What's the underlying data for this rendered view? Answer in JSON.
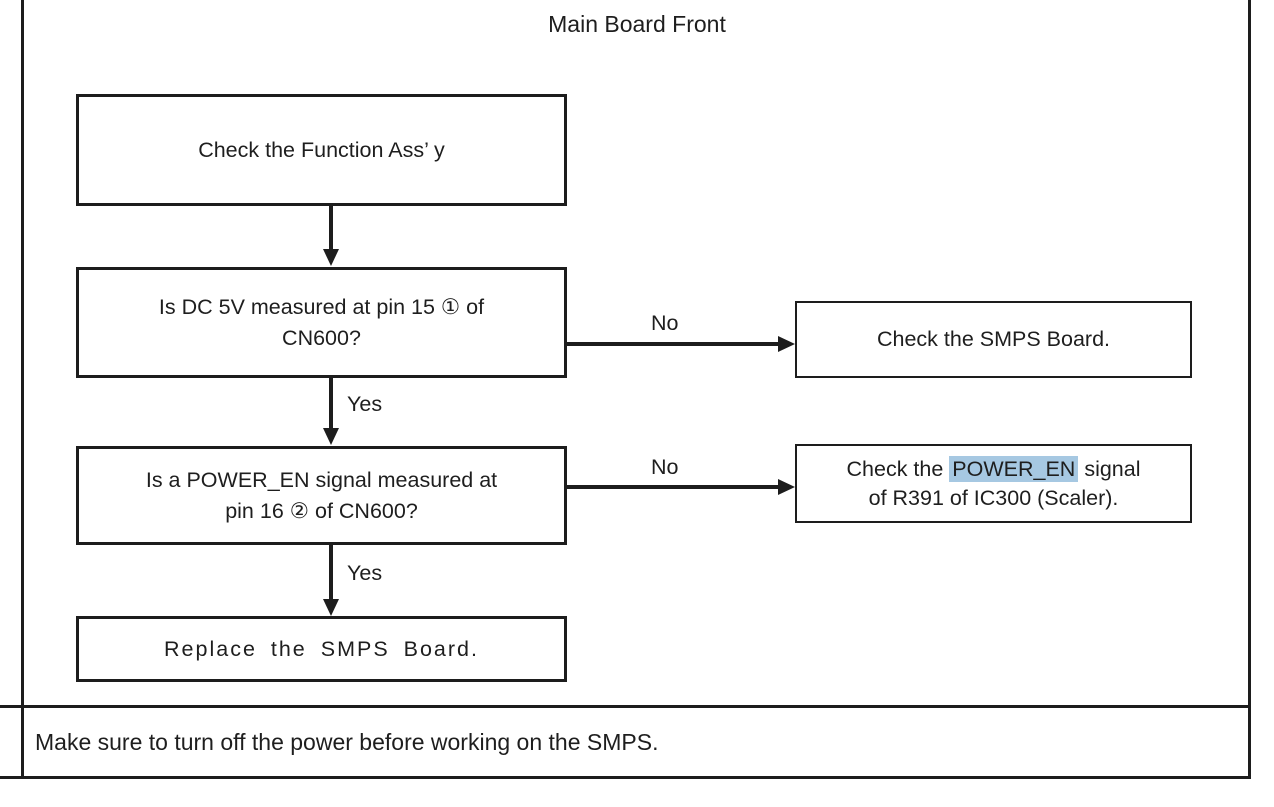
{
  "title": "Main Board Front",
  "flowchart": {
    "step1": {
      "text": "Check the Function Ass’ y"
    },
    "step2": {
      "line1": "Is DC 5V measured at pin 15 ① of",
      "line2": "CN600?"
    },
    "step3": {
      "line1": "Is a POWER_EN signal measured at",
      "line2": "pin 16 ② of CN600?"
    },
    "step4": {
      "text": "Replace the SMPS Board."
    },
    "no_branch1": {
      "text": "Check the SMPS Board."
    },
    "no_branch2": {
      "line1_prefix": "Check the ",
      "line1_highlight": "POWER_EN",
      "line1_suffix": " signal",
      "line2": "of R391 of IC300 (Scaler)."
    },
    "labels": {
      "no1": "No",
      "yes1": "Yes",
      "no2": "No",
      "yes2": "Yes"
    }
  },
  "note": {
    "text": "Make sure to turn off the power before working on the SMPS."
  },
  "colors": {
    "highlight": "#a6c8e2",
    "ink": "#1d1d1d"
  }
}
